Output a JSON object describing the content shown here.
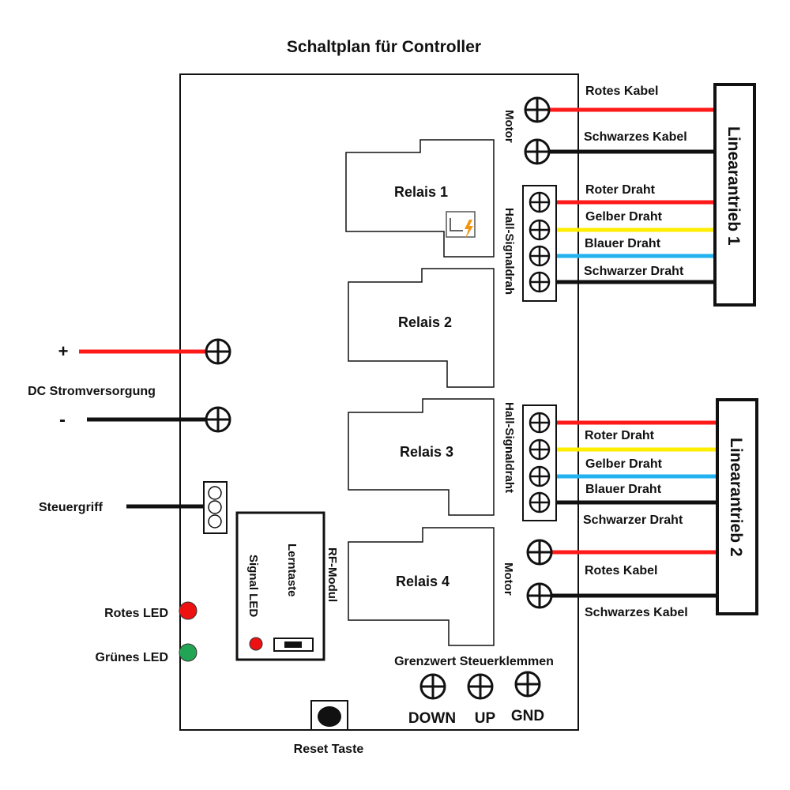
{
  "title": "Schaltplan für Controller",
  "colors": {
    "red": "#ff1a1a",
    "black": "#111111",
    "yellow": "#ffee00",
    "blue": "#22b2f0",
    "led_green": "#22a455",
    "led_red": "#ee1111"
  },
  "relays": [
    "Relais 1",
    "Relais 2",
    "Relais 3",
    "Relais 4"
  ],
  "power": {
    "label": "DC Stromversorgung",
    "plus": "+",
    "minus": "-"
  },
  "handle_label": "Steuergriff",
  "leds": {
    "red": "Rotes LED",
    "green": "Grünes LED"
  },
  "rf_module": {
    "label": "RF-Modul",
    "learn": "Lerntaste",
    "signal_led": "Signal LED"
  },
  "reset_label": "Reset Taste",
  "limit_terminals": {
    "label": "Grenzwert Steuerklemmen",
    "down": "DOWN",
    "up": "UP",
    "gnd": "GND"
  },
  "vertical_labels": {
    "motor_top": "Motor",
    "hall_top": "Hall-Signaldrah",
    "hall_bottom": "Hall-Signaldraht",
    "motor_bottom": "Motor"
  },
  "actuator1": {
    "name": "Linearantrieb 1",
    "motor_wires": [
      "Rotes Kabel",
      "Schwarzes Kabel"
    ],
    "hall_wires": [
      "Roter Draht",
      "Gelber Draht",
      "Blauer Draht",
      "Schwarzer Draht"
    ]
  },
  "actuator2": {
    "name": "Linearantrieb 2",
    "motor_wires": [
      "Rotes Kabel",
      "Schwarzes Kabel"
    ],
    "hall_wires": [
      "Roter Draht",
      "Gelber Draht",
      "Blauer Draht",
      "Schwarzer Draht"
    ]
  }
}
